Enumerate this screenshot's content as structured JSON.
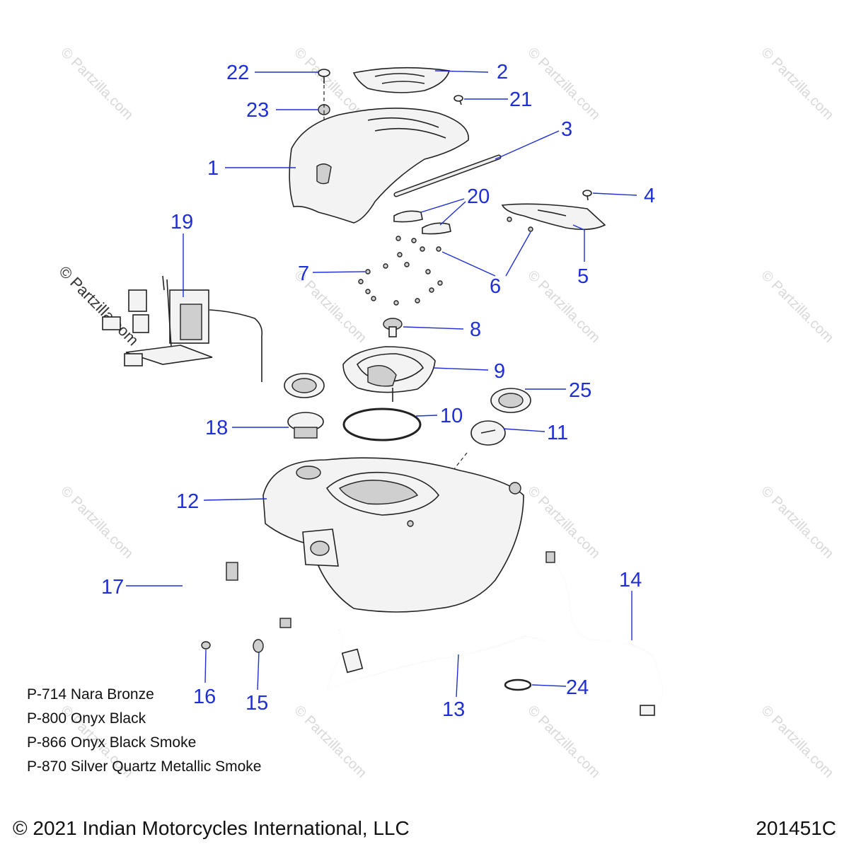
{
  "watermark": "© Partzilla.com",
  "callouts": [
    {
      "id": "1",
      "label": "1"
    },
    {
      "id": "2",
      "label": "2"
    },
    {
      "id": "3",
      "label": "3"
    },
    {
      "id": "4",
      "label": "4"
    },
    {
      "id": "5",
      "label": "5"
    },
    {
      "id": "6",
      "label": "6"
    },
    {
      "id": "7",
      "label": "7"
    },
    {
      "id": "8",
      "label": "8"
    },
    {
      "id": "9",
      "label": "9"
    },
    {
      "id": "10",
      "label": "10"
    },
    {
      "id": "11",
      "label": "11"
    },
    {
      "id": "12",
      "label": "12"
    },
    {
      "id": "13",
      "label": "13"
    },
    {
      "id": "14",
      "label": "14"
    },
    {
      "id": "15",
      "label": "15"
    },
    {
      "id": "16",
      "label": "16"
    },
    {
      "id": "17",
      "label": "17"
    },
    {
      "id": "18",
      "label": "18"
    },
    {
      "id": "19",
      "label": "19"
    },
    {
      "id": "20",
      "label": "20"
    },
    {
      "id": "21",
      "label": "21"
    },
    {
      "id": "22",
      "label": "22"
    },
    {
      "id": "23",
      "label": "23"
    },
    {
      "id": "24",
      "label": "24"
    },
    {
      "id": "25",
      "label": "25"
    }
  ],
  "paint_codes": [
    "P-714 Nara Bronze",
    "P-800 Onyx Black",
    "P-866 Onyx Black Smoke",
    "P-870 Silver Quartz Metallic Smoke"
  ],
  "copyright": "© 2021 Indian Motorcycles International, LLC",
  "document_number": "201451C",
  "colors": {
    "callout": "#1f2fd6",
    "line": "#222222",
    "watermark": "#d8d8d8"
  }
}
